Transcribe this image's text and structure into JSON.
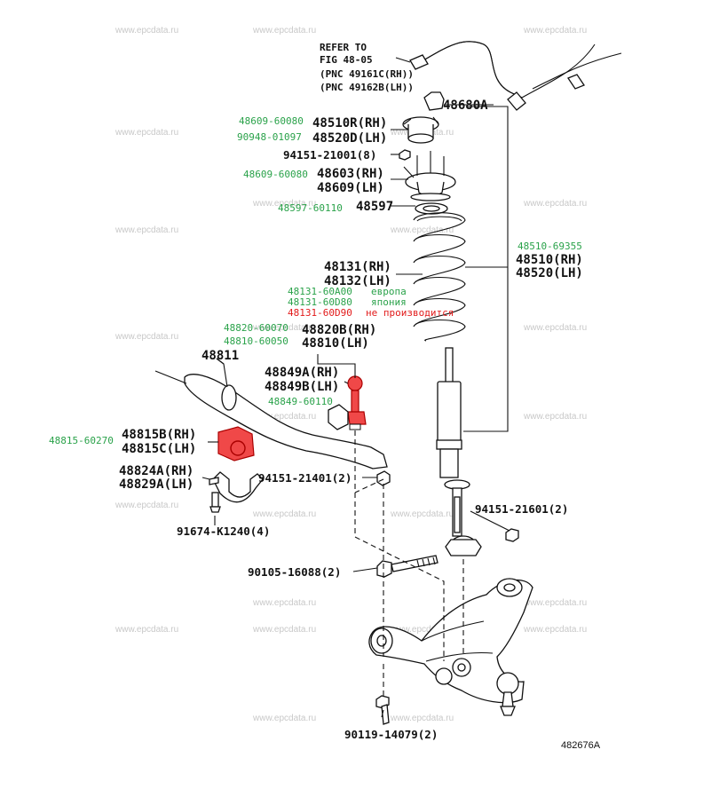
{
  "watermark": "www.epcdata.ru",
  "diagram_code": "482676A",
  "refer": [
    "REFER TO",
    "FIG 48-05",
    "(PNC 49161C(RH))",
    "(PNC 49162B(LH))"
  ],
  "labels": {
    "p48680A": "48680A",
    "p48510R": "48510R(RH)",
    "p48520D": "48520D(LH)",
    "p94151_21001": "94151-21001(8)",
    "p48603": "48603(RH)",
    "p48609": "48609(LH)",
    "p48597": "48597",
    "p48510": "48510(RH)",
    "p48520": "48520(LH)",
    "p48131": "48131(RH)",
    "p48132": "48132(LH)",
    "p48820B": "48820B(RH)",
    "p48810": "48810(LH)",
    "p48811": "48811",
    "p48849A": "48849A(RH)",
    "p48849B": "48849B(LH)",
    "p48815B": "48815B(RH)",
    "p48815C": "48815C(LH)",
    "p48824A": "48824A(RH)",
    "p48829A": "48829A(LH)",
    "p94151_21401": "94151-21401(2)",
    "p91674": "91674-K1240(4)",
    "p94151_21601": "94151-21601(2)",
    "p90105": "90105-16088(2)",
    "p90119": "90119-14079(2)"
  },
  "green_labels": {
    "g1": "48609-60080",
    "g2": "90948-01097",
    "g3": "48609-60080",
    "g4": "48597-60110",
    "g5": "48510-69355",
    "g6a": "48131-60A00",
    "g6b": "европа",
    "g7a": "48131-60D80",
    "g7b": "япония",
    "g8": "48820-60070",
    "g9": "48810-60050",
    "g10": "48849-60110",
    "g11": "48815-60270"
  },
  "red_labels": {
    "r1a": "48131-60D90",
    "r1b": "не производится"
  },
  "colors": {
    "green": "#2aa24a",
    "red": "#e21b1b",
    "highlight": "#f04848"
  }
}
